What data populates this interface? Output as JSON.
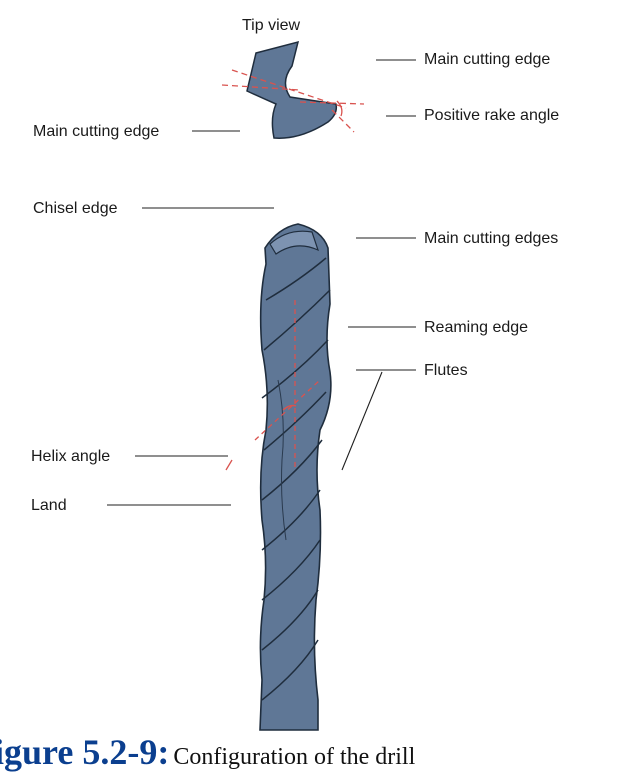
{
  "colors": {
    "drill_fill": "#5f7796",
    "drill_stroke": "#1f2d3d",
    "angle_marks": "#d9534f",
    "caption_accent": "#0b3f8f"
  },
  "labels": {
    "tip_view": "Tip view",
    "main_cutting_edge_upper": "Main cutting edge",
    "positive_rake_angle": "Positive rake angle",
    "main_cutting_edge_left": "Main cutting edge",
    "chisel_edge": "Chisel edge",
    "main_cutting_edges": "Main cutting edges",
    "reaming_edge": "Reaming edge",
    "flutes": "Flutes",
    "helix_angle": "Helix angle",
    "land": "Land"
  },
  "caption": {
    "number": "igure 5.2-9:",
    "text": "Configuration of the drill"
  }
}
